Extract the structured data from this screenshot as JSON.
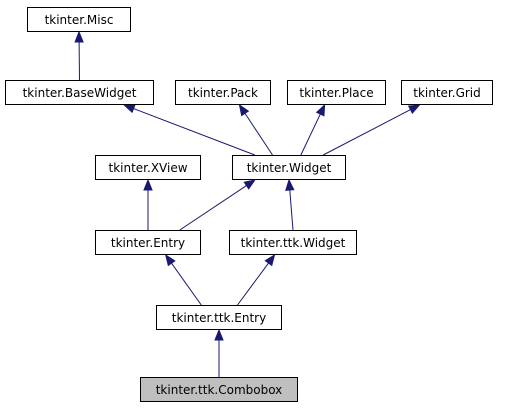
{
  "colors": {
    "edge": "#191970",
    "node_border": "#000000",
    "node_fill": "#ffffff",
    "highlight_fill": "#bfbfbf"
  },
  "nodes": {
    "misc": "tkinter.Misc",
    "basewidget": "tkinter.BaseWidget",
    "pack": "tkinter.Pack",
    "place": "tkinter.Place",
    "grid": "tkinter.Grid",
    "xview": "tkinter.XView",
    "widget": "tkinter.Widget",
    "entry": "tkinter.Entry",
    "ttk_widget": "tkinter.ttk.Widget",
    "ttk_entry": "tkinter.ttk.Entry",
    "combobox": "tkinter.ttk.Combobox"
  },
  "edges": [
    {
      "from": "basewidget",
      "to": "misc"
    },
    {
      "from": "widget",
      "to": "basewidget"
    },
    {
      "from": "widget",
      "to": "pack"
    },
    {
      "from": "widget",
      "to": "place"
    },
    {
      "from": "widget",
      "to": "grid"
    },
    {
      "from": "entry",
      "to": "xview"
    },
    {
      "from": "entry",
      "to": "widget"
    },
    {
      "from": "ttk_widget",
      "to": "widget"
    },
    {
      "from": "ttk_entry",
      "to": "entry"
    },
    {
      "from": "ttk_entry",
      "to": "ttk_widget"
    },
    {
      "from": "combobox",
      "to": "ttk_entry"
    }
  ]
}
